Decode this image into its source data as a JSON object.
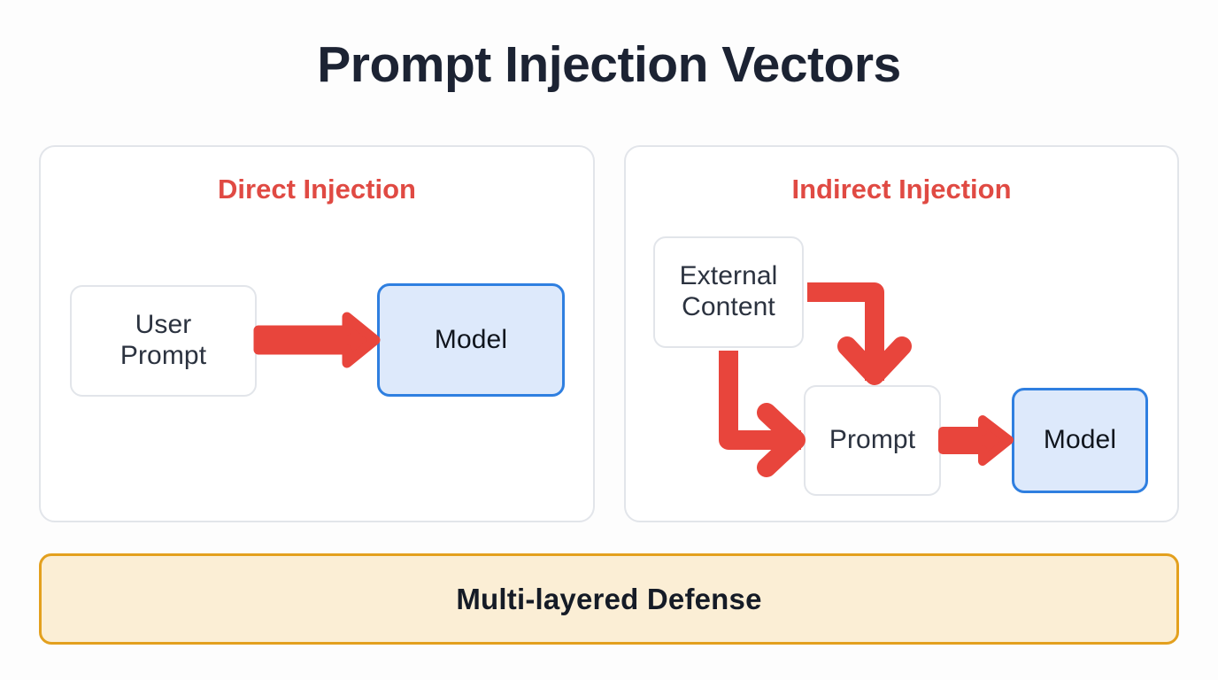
{
  "page": {
    "title": "Prompt Injection Vectors",
    "background_color": "#fdfdfd"
  },
  "colors": {
    "title_text": "#1c2333",
    "heading_red": "#e04a43",
    "arrow_red": "#e8453c",
    "model_border_blue": "#2f7fe0",
    "model_fill_blue": "#dde9fb",
    "node_border_gray": "#e2e5ea",
    "panel_border_gray": "#e2e5ea",
    "defense_border_orange": "#e3a01e",
    "defense_fill_cream": "#fbeed5",
    "node_text": "#2b323f"
  },
  "panels": [
    {
      "id": "direct",
      "heading": "Direct Injection",
      "nodes": [
        {
          "id": "user-prompt",
          "label": "User\nPrompt",
          "style": "plain"
        },
        {
          "id": "model-left",
          "label": "Model",
          "style": "model"
        }
      ],
      "arrows": [
        {
          "id": "user-prompt-to-model",
          "from": "user-prompt",
          "to": "model-left",
          "shape": "straight-right"
        }
      ]
    },
    {
      "id": "indirect",
      "heading": "Indirect Injection",
      "nodes": [
        {
          "id": "external-content",
          "label": "External\nContent",
          "style": "plain"
        },
        {
          "id": "prompt",
          "label": "Prompt",
          "style": "plain"
        },
        {
          "id": "model-right",
          "label": "Model",
          "style": "model"
        }
      ],
      "arrows": [
        {
          "id": "external-to-prompt-top",
          "from": "external-content",
          "to": "prompt",
          "shape": "elbow-right-down"
        },
        {
          "id": "external-to-prompt-left",
          "from": "external-content",
          "to": "prompt",
          "shape": "elbow-down-right"
        },
        {
          "id": "prompt-to-model",
          "from": "prompt",
          "to": "model-right",
          "shape": "straight-right"
        }
      ]
    }
  ],
  "defense": {
    "label": "Multi-layered Defense"
  }
}
